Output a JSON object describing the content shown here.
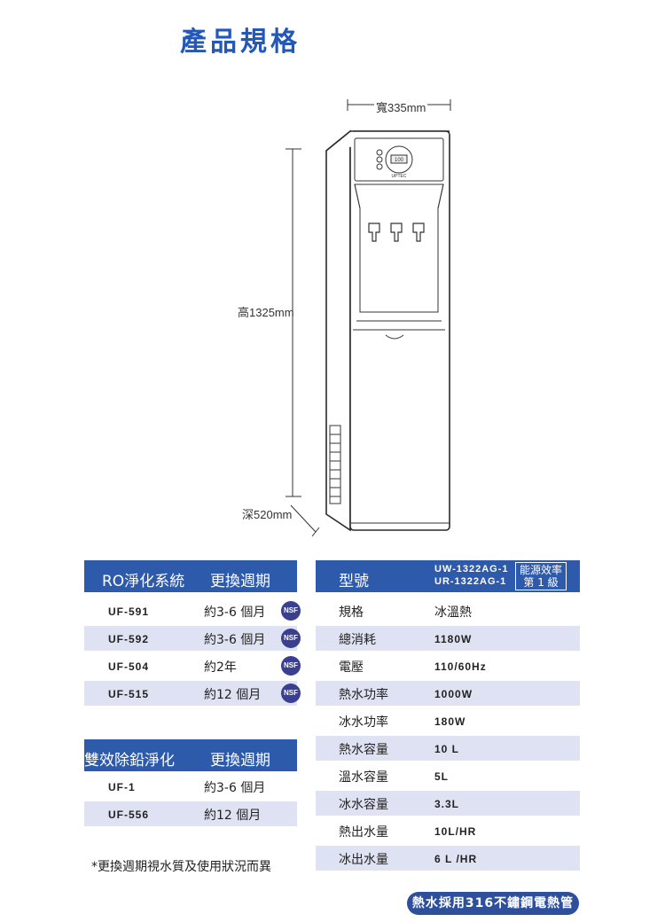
{
  "title": "產品規格",
  "dimensions": {
    "width": "寬335mm",
    "height": "高1325mm",
    "depth": "深520mm"
  },
  "dispenser": {
    "display": "100",
    "brand": "UPTEC"
  },
  "ro_table": {
    "header_left": "RO淨化系統",
    "header_right": "更換週期",
    "rows": [
      {
        "model": "UF-591",
        "period": "約3-6 個月",
        "badge": "NSF"
      },
      {
        "model": "UF-592",
        "period": "約3-6 個月",
        "badge": "NSF"
      },
      {
        "model": "UF-504",
        "period": "約2年",
        "badge": "NSF"
      },
      {
        "model": "UF-515",
        "period": "約12 個月",
        "badge": "NSF"
      }
    ]
  },
  "lead_table": {
    "header_left": "雙效除鉛淨化",
    "header_right": "更換週期",
    "rows": [
      {
        "model": "UF-1",
        "period": "約3-6 個月"
      },
      {
        "model": "UF-556",
        "period": "約12 個月"
      }
    ]
  },
  "note": "*更換週期視水質及使用狀況而異",
  "spec_table": {
    "header_label": "型號",
    "models": [
      "UW-1322AG-1",
      "UR-1322AG-1"
    ],
    "energy_label_top": "能源效率",
    "energy_label_bottom": "第 1 級",
    "rows": [
      {
        "label": "規格",
        "value": "冰溫熱"
      },
      {
        "label": "總消耗",
        "value": "1180W"
      },
      {
        "label": "電壓",
        "value": "110/60Hz"
      },
      {
        "label": "熱水功率",
        "value": "1000W"
      },
      {
        "label": "冰水功率",
        "value": "180W"
      },
      {
        "label": "熱水容量",
        "value": "10 L"
      },
      {
        "label": "溫水容量",
        "value": "5L"
      },
      {
        "label": "冰水容量",
        "value": "3.3L"
      },
      {
        "label": "熱出水量",
        "value": "10L/HR"
      },
      {
        "label": "冰出水量",
        "value": "6 L /HR"
      }
    ]
  },
  "footer_badge": "熱水採用316不鏽鋼電熱管",
  "colors": {
    "accent": "#2e5aab",
    "shade": "#dfe2f2",
    "badge": "#3a3f8f"
  }
}
